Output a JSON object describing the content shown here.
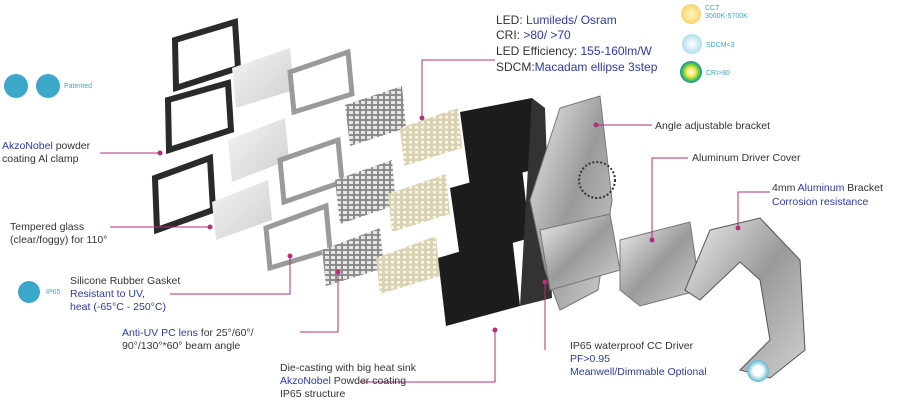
{
  "spec": {
    "led_label": "LED:",
    "led_value": "Lumileds/ Osram",
    "cri_label": "CRI:",
    "cri_value": ">80/ >70",
    "eff_label": "LED Efficiency:",
    "eff_value": "155-160lm/W",
    "sdcm_label": "SDCM:",
    "sdcm_value": "Macadam ellipse 3step"
  },
  "badges": {
    "cct_title": "CCT",
    "cct_range": "3000K-5700K",
    "sdcm": "SDCM<3",
    "cri": "CRI>80",
    "patented": "Patented",
    "ip65": "IP65"
  },
  "callouts": {
    "clamp_brand": "AkzoNobel",
    "clamp_line1_rest": " powder",
    "clamp_line2": "coating Al clamp",
    "glass_line1": "Tempered glass",
    "glass_line2": "(clear/foggy) for 110°",
    "gasket_line1": "Silicone Rubber Gasket",
    "gasket_line2": "Resistant to UV,",
    "gasket_line3": "heat (-65°C - 250°C)",
    "lens_brand": "Anti-UV PC lens",
    "lens_line1_rest": " for 25°/60°/",
    "lens_line2": "90°/130°*60° beam angle",
    "cast_line1": "Die-casting with big heat sink",
    "cast_brand": "AkzoNobel",
    "cast_line2_rest": " Powder coating",
    "cast_line3": "IP65 structure",
    "driver_line1": "IP65 waterproof CC Driver",
    "driver_line2": "PF>0.95",
    "driver_line3": "Meanwell/Dimmable Optional",
    "angle_bracket": "Angle adjustable bracket",
    "driver_cover": "Aluminum Driver Cover",
    "al_bracket_pre": "4mm ",
    "al_bracket_brand": "Aluminum",
    "al_bracket_post": " Bracket",
    "corrosion": "Corrosion resistance"
  },
  "colors": {
    "accent_blue": "#2d3b9c",
    "leader_magenta": "#b0307a",
    "badge_teal": "#3ba7c9"
  }
}
